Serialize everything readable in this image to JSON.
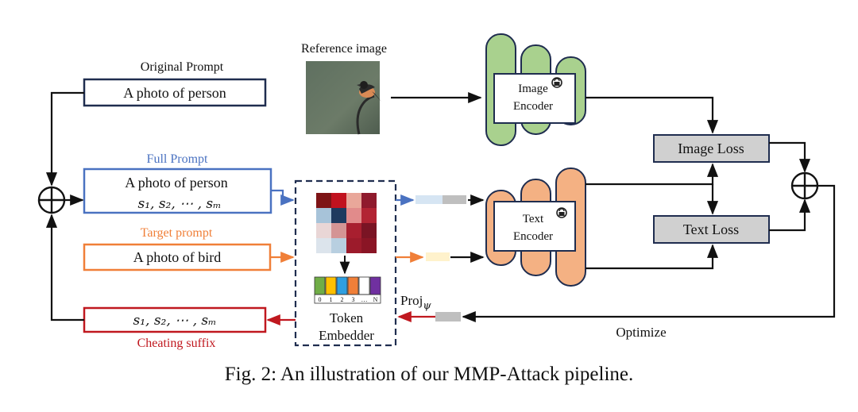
{
  "prompts": {
    "original": {
      "title": "Original Prompt",
      "text": "A photo of person"
    },
    "full": {
      "title": "Full Prompt",
      "line1": "A photo of person",
      "line2": "s₁, s₂, ⋯ , sₘ"
    },
    "target": {
      "title": "Target prompt",
      "text": "A photo of bird"
    },
    "cheating": {
      "title": "Cheating suffix",
      "text": "s₁, s₂, ⋯ , sₘ"
    }
  },
  "reference_image": {
    "label": "Reference image"
  },
  "encoders": {
    "image": {
      "line1": "Image",
      "line2": "Encoder"
    },
    "text": {
      "line1": "Text",
      "line2": "Encoder"
    }
  },
  "losses": {
    "image": "Image Loss",
    "text": "Text Loss"
  },
  "token_embedder": {
    "line1": "Token",
    "line2": "Embedder",
    "vocab_ids": [
      "0",
      "1",
      "2",
      "3",
      "…",
      "N"
    ]
  },
  "projection": {
    "base": "Proj",
    "subscript": "ψ"
  },
  "optimize_label": "Optimize",
  "caption": "Fig. 2: An illustration of our MMP-Attack pipeline.",
  "colors": {
    "navy": "#1f2d4f",
    "blue": "#4a72c1",
    "orange": "#f07f38",
    "red": "#c0181f",
    "green_fill": "#a9d18e",
    "salmon_fill": "#f4b183",
    "loss_fill": "#d0d0d0",
    "matrix": [
      "#7e1416",
      "#c1121f",
      "#e9a79a",
      "#8f1a2d",
      "#a7c3d9",
      "#1e3a5f",
      "#e18b8b",
      "#b22433",
      "#e9d6d6",
      "#d49494",
      "#a81f2f",
      "#7a1424",
      "#dce4ec",
      "#b8cfe0",
      "#9c1b2b",
      "#8a1525"
    ]
  }
}
